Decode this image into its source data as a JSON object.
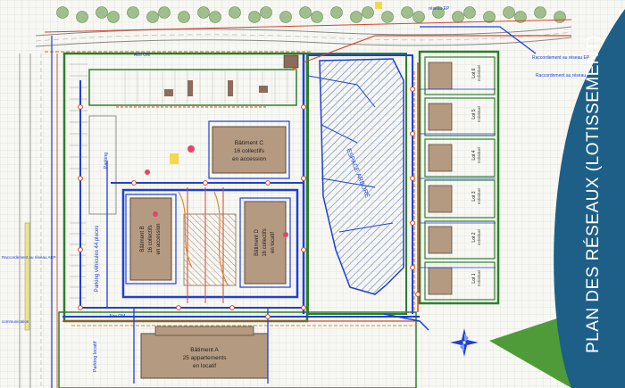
{
  "title": "PLAN DES RÉSEAUX  (LOTISSEMENT)",
  "colors": {
    "band": "#1d5f87",
    "green_wedge": "#4f9b3a",
    "building_fill": "#b59a82",
    "hatch": "#5b7fc9",
    "network_blue": "#1f3fd6",
    "network_red": "#d6452a",
    "network_orange": "#e28a2a",
    "parcel_green": "#2f7d2f"
  },
  "buildings": [
    {
      "id": "C",
      "name": "Bâtiment C",
      "line2": "16 collectifs",
      "line3": "en accession"
    },
    {
      "id": "B",
      "name": "Bâtiment B",
      "line2": "16 collectifs",
      "line3": "en accession"
    },
    {
      "id": "D",
      "name": "Bâtiment D",
      "line2": "16 collectifs",
      "line3": "en locatif"
    },
    {
      "id": "A",
      "name": "Bâtiment A",
      "line2": "25 appartements",
      "line3": "en locatif"
    }
  ],
  "green_space": "ESPACE ARBORÉ",
  "parking_label": "Parking véhicules 44 places",
  "parking_small": "Parking",
  "parking_locatif": "Parking locatif",
  "aire_om": "Aire OM",
  "aire_om_2": "Aire OM",
  "lots": [
    {
      "name": "Lot 6",
      "sub": "Individuel"
    },
    {
      "name": "Lot 5",
      "sub": "Individuel"
    },
    {
      "name": "Lot 4",
      "sub": "Individuel"
    },
    {
      "name": "Lot 3",
      "sub": "Individuel"
    },
    {
      "name": "Lot 2",
      "sub": "Individuel"
    },
    {
      "name": "Lot 1",
      "sub": "Individuel"
    }
  ],
  "annotations": {
    "raccord_ep": "Raccordement au réseau EP",
    "raccord_ep_2": "Raccordement au réseau EP",
    "raccord_left": "Raccordement au réseau AEP",
    "top_label": "réseau EP",
    "communication": "communication"
  }
}
